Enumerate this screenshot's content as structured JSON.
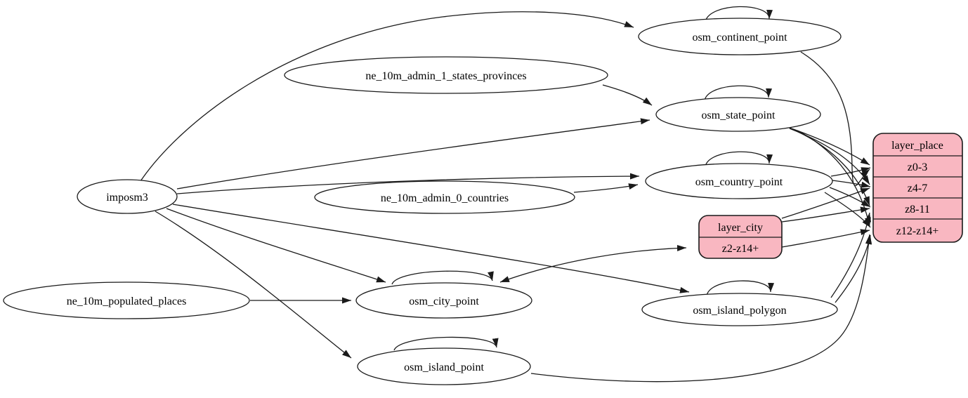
{
  "diagram": {
    "type": "etl-dependency-graph",
    "colors": {
      "background": "#ffffff",
      "node_fill": "#ffffff",
      "record_fill": "#f9b7c1",
      "stroke": "#1a1a1a"
    },
    "nodes": {
      "imposm3": {
        "label": "imposm3"
      },
      "ne_10m_admin_1_states_provinces": {
        "label": "ne_10m_admin_1_states_provinces"
      },
      "ne_10m_admin_0_countries": {
        "label": "ne_10m_admin_0_countries"
      },
      "ne_10m_populated_places": {
        "label": "ne_10m_populated_places"
      },
      "osm_continent_point": {
        "label": "osm_continent_point"
      },
      "osm_state_point": {
        "label": "osm_state_point"
      },
      "osm_country_point": {
        "label": "osm_country_point"
      },
      "osm_city_point": {
        "label": "osm_city_point"
      },
      "osm_island_polygon": {
        "label": "osm_island_polygon"
      },
      "osm_island_point": {
        "label": "osm_island_point"
      }
    },
    "records": {
      "layer_place": {
        "title": "layer_place",
        "rows": [
          "z0-3",
          "z4-7",
          "z8-11",
          "z12-z14+"
        ]
      },
      "layer_city": {
        "title": "layer_city",
        "rows": [
          "z2-z14+"
        ]
      }
    }
  }
}
